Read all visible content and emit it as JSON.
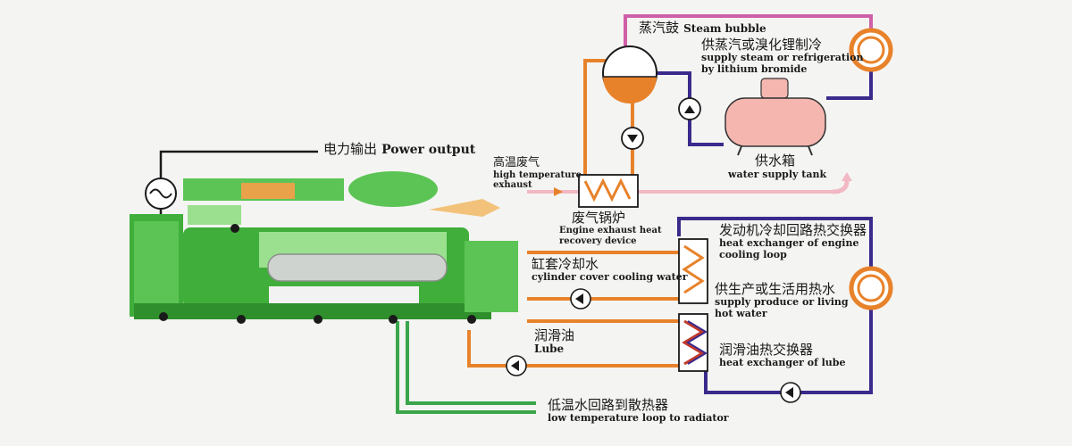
{
  "labels": {
    "power_output_zh": "电力输出",
    "power_output_en": "Power output",
    "steam_bubble_zh": "蒸汽鼓",
    "steam_bubble_en": "Steam bubble",
    "supply_steam_zh": "供蒸汽或溴化锂制冷",
    "supply_steam_en1": "supply steam or refrigeration",
    "supply_steam_en2": "by lithium bromide",
    "water_tank_zh": "供水箱",
    "water_tank_en": "water supply tank",
    "high_temp_zh": "高温废气",
    "high_temp_en1": "high temperature",
    "high_temp_en2": "exhaust",
    "boiler_zh": "废气锅炉",
    "boiler_en1": "Engine exhaust heat",
    "boiler_en2": "recovery device",
    "hx_engine_zh": "发动机冷却回路热交换器",
    "hx_engine_en1": "heat exchanger of engine",
    "hx_engine_en2": "cooling loop",
    "cylinder_zh": "缸套冷却水",
    "cylinder_en": "cylinder cover cooling water",
    "hot_water_zh": "供生产或生活用热水",
    "hot_water_en1": "supply produce or living",
    "hot_water_en2": "hot water",
    "lube_zh": "润滑油",
    "lube_en": "Lube",
    "hx_lube_zh": "润滑油热交换器",
    "hx_lube_en": "heat exchanger of lube",
    "low_temp_zh": "低温水回路到散热器",
    "low_temp_en": "low temperature loop to radiator"
  },
  "colors": {
    "background": "#f4f4f2",
    "hot_pipe": "#e8822a",
    "steam_pipe": "#cf5fa8",
    "return_pipe": "#3b2a8c",
    "exhaust_pipe": "#f2b8c4",
    "power_line": "#1a1a1a",
    "engine_green": "#3fae3a",
    "engine_light": "#9be08f",
    "low_temp_pipe": "#3aa54a"
  }
}
